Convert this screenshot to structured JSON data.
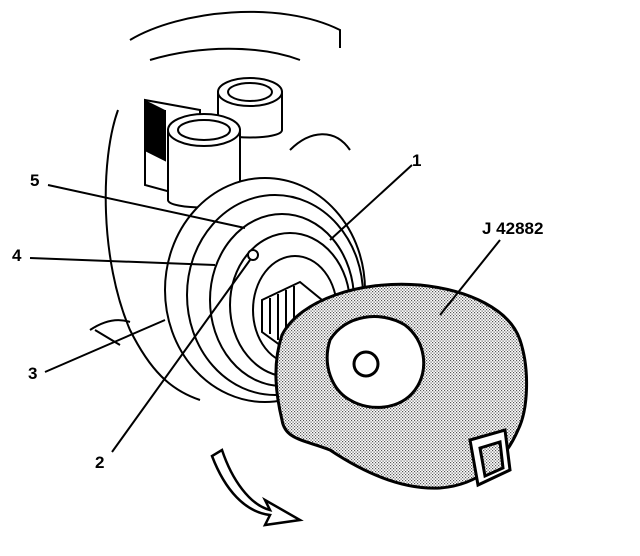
{
  "callouts": {
    "c1": "1",
    "c2": "2",
    "c3": "3",
    "c4": "4",
    "c5": "5",
    "tool": "J 42882"
  },
  "colors": {
    "line": "#000000",
    "background": "#ffffff",
    "tool_fill": "#b8b8b8"
  }
}
